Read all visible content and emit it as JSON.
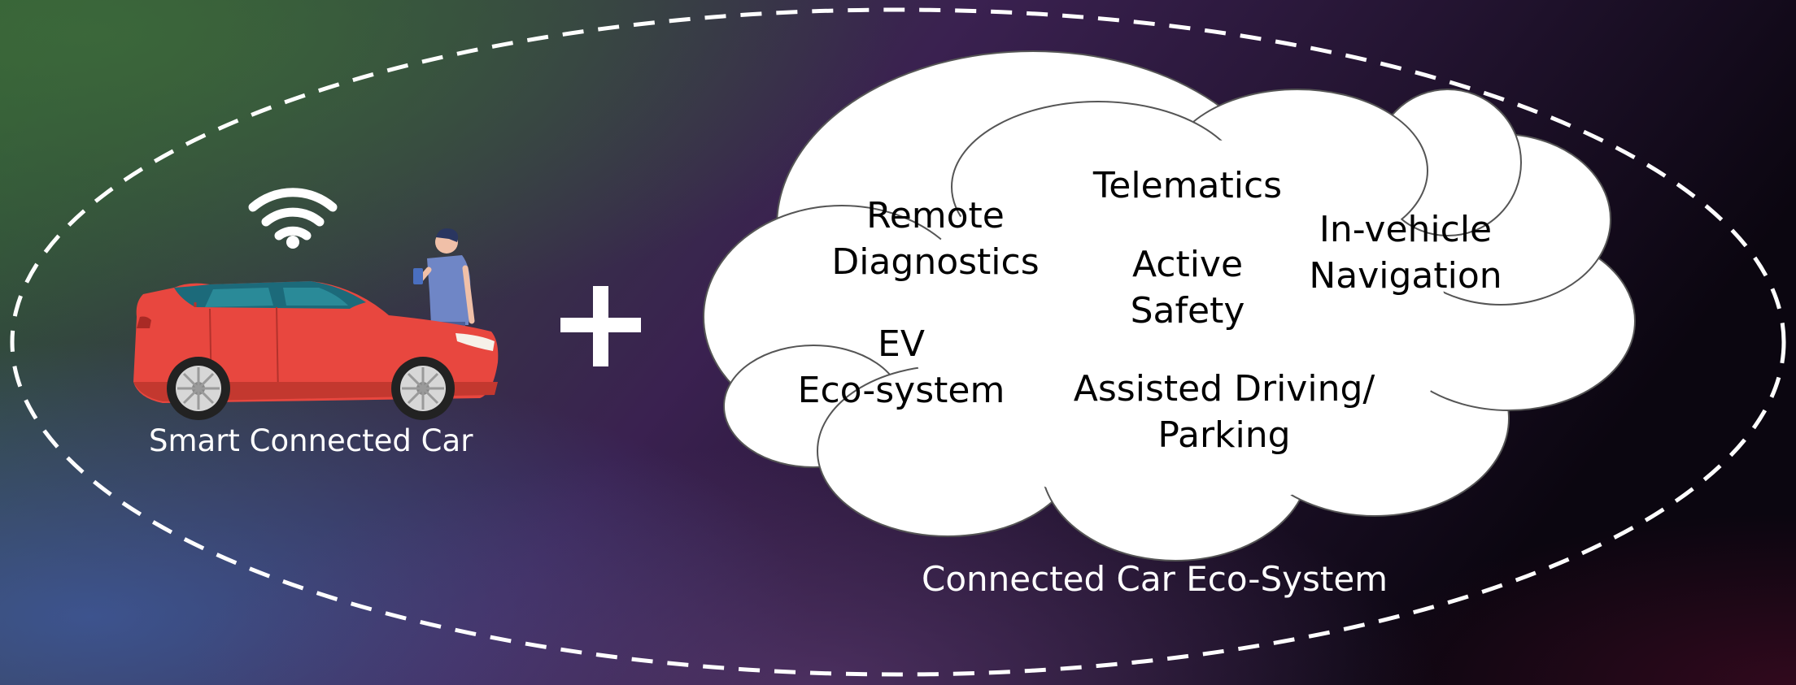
{
  "colors": {
    "background_left_top": "#2f5a35",
    "background_left_bottom": "#3a4d8c",
    "background_center": "#3a2150",
    "background_right": "#0b0610",
    "car_body": "#e8473f",
    "person_shirt": "#6f86c6",
    "cloud_fill": "#ffffff",
    "dashed_outline": "#ffffff"
  },
  "car": {
    "caption": "Smart Connected Car",
    "wifi_icon": "wifi-icon",
    "person_icon": "person-with-phone-icon",
    "car_icon": "red-suv-icon"
  },
  "plus_symbol": "+",
  "ecosystem": {
    "caption": "Connected Car Eco-System",
    "items": [
      {
        "line1": "Remote",
        "line2": "Diagnostics"
      },
      {
        "line1": "Telematics",
        "line2": ""
      },
      {
        "line1": "Active",
        "line2": "Safety"
      },
      {
        "line1": "In-vehicle",
        "line2": "Navigation"
      },
      {
        "line1": "EV",
        "line2": "Eco-system"
      },
      {
        "line1": "Assisted Driving/",
        "line2": "Parking"
      }
    ]
  }
}
